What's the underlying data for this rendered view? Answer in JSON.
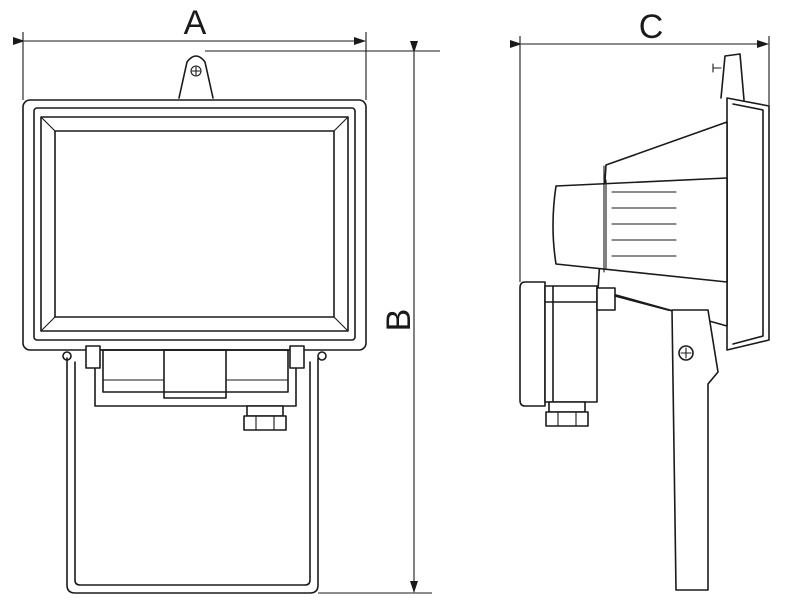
{
  "labels": {
    "width": "A",
    "height": "B",
    "depth": "C"
  }
}
